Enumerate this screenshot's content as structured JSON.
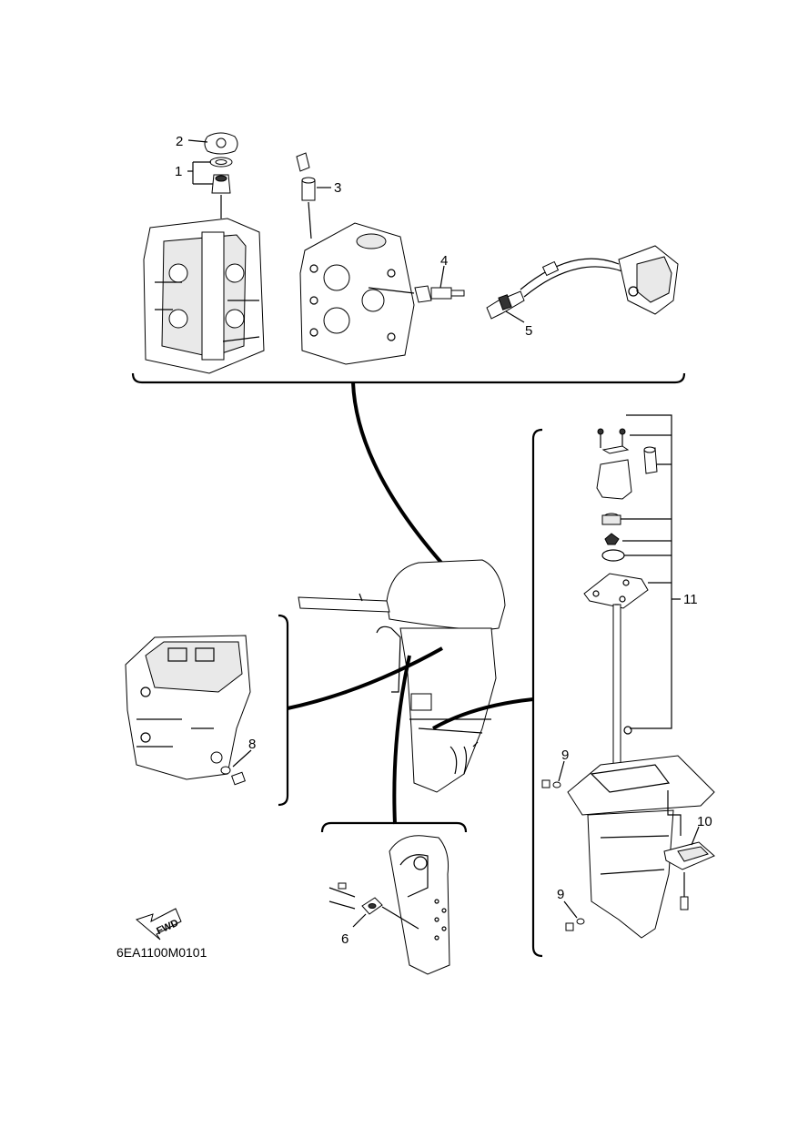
{
  "diagram": {
    "code": "6EA1100M0101",
    "fwd_label": "FWD",
    "callouts": [
      {
        "id": "c1",
        "label": "1"
      },
      {
        "id": "c2",
        "label": "2"
      },
      {
        "id": "c3",
        "label": "3"
      },
      {
        "id": "c4",
        "label": "4"
      },
      {
        "id": "c5",
        "label": "5"
      },
      {
        "id": "c6",
        "label": "6"
      },
      {
        "id": "c8",
        "label": "8"
      },
      {
        "id": "c9a",
        "label": "9"
      },
      {
        "id": "c9b",
        "label": "9"
      },
      {
        "id": "c10",
        "label": "10"
      },
      {
        "id": "c11",
        "label": "11"
      }
    ]
  }
}
